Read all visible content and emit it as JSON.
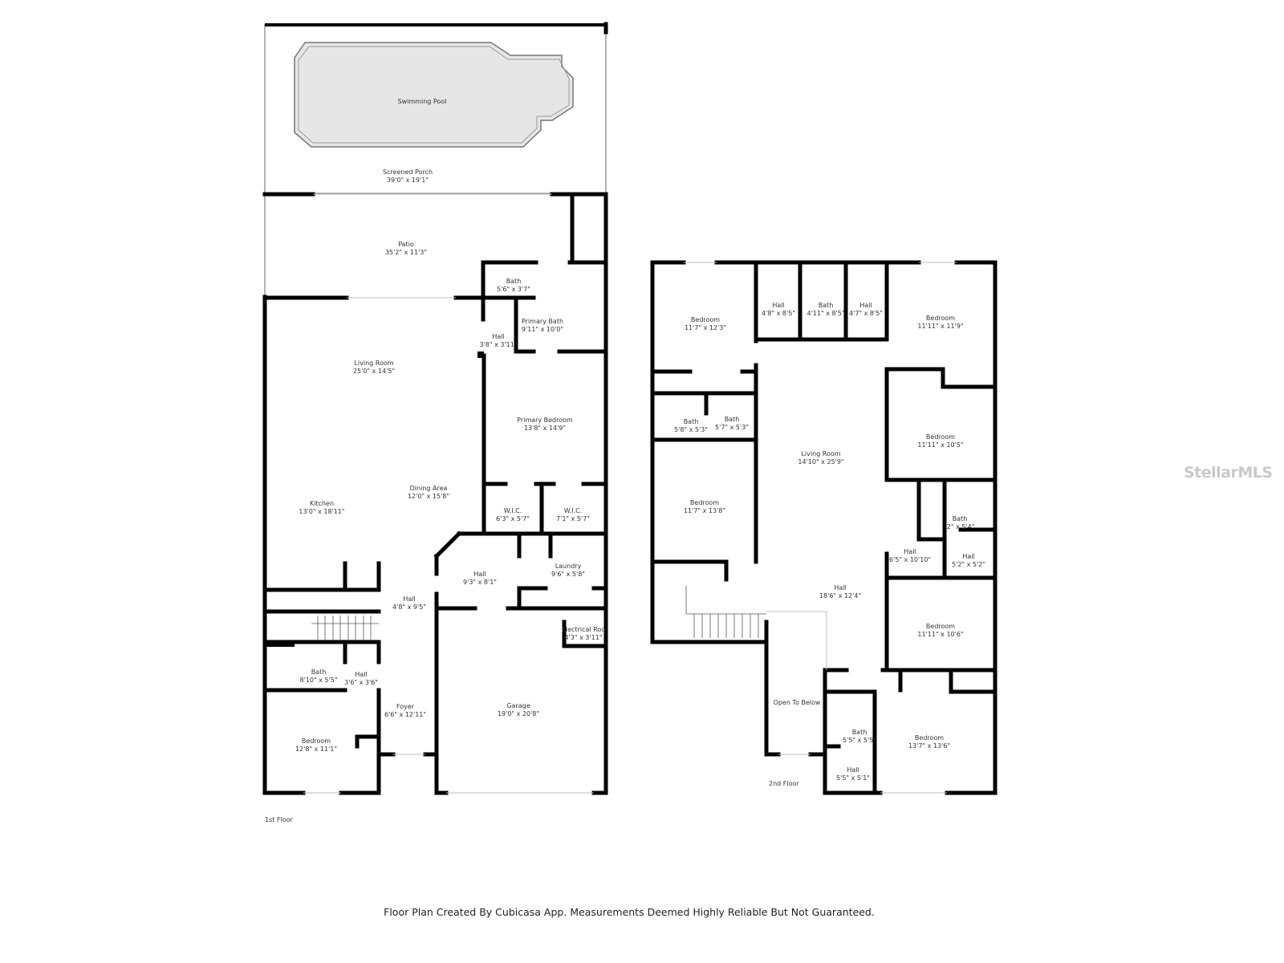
{
  "floor1": {
    "label": "1st Floor",
    "rooms": [
      {
        "name": "Swimming Pool",
        "dims": ""
      },
      {
        "name": "Screened Porch",
        "dims": "39'0\" x 19'1\""
      },
      {
        "name": "Patio",
        "dims": "35'2\" x 11'3\""
      },
      {
        "name": "Bath",
        "dims": "5'6\" x 3'7\""
      },
      {
        "name": "Primary Bath",
        "dims": "9'11\" x 10'0\""
      },
      {
        "name": "Hall",
        "dims": "3'8\" x 3'11\""
      },
      {
        "name": "Living Room",
        "dims": "25'0\" x 14'5\""
      },
      {
        "name": "Primary Bedroom",
        "dims": "13'8\" x 14'9\""
      },
      {
        "name": "Dining Area",
        "dims": "12'0\" x 15'8\""
      },
      {
        "name": "Kitchen",
        "dims": "13'0\" x 18'11\""
      },
      {
        "name": "W.I.C.",
        "dims": "6'3\" x 5'7\""
      },
      {
        "name": "W.I.C.",
        "dims": "7'1\" x 5'7\""
      },
      {
        "name": "Hall",
        "dims": "9'3\" x 8'1\""
      },
      {
        "name": "Laundry",
        "dims": "9'6\" x 5'8\""
      },
      {
        "name": "Hall",
        "dims": "4'8\" x 9'5\""
      },
      {
        "name": "Electrical Roo",
        "dims": "4'3\" x 3'11\""
      },
      {
        "name": "Bath",
        "dims": "8'10\" x 5'5\""
      },
      {
        "name": "Hall",
        "dims": "3'6\" x 3'6\""
      },
      {
        "name": "Foyer",
        "dims": "6'6\" x 12'11\""
      },
      {
        "name": "Garage",
        "dims": "19'0\" x 20'8\""
      },
      {
        "name": "Bedroom",
        "dims": "12'8\" x 11'1\""
      }
    ]
  },
  "floor2": {
    "label": "2nd Floor",
    "rooms": [
      {
        "name": "Bedroom",
        "dims": "11'7\" x 12'3\""
      },
      {
        "name": "Hall",
        "dims": "4'8\" x 8'5\""
      },
      {
        "name": "Bath",
        "dims": "4'11\" x 8'5\""
      },
      {
        "name": "Hall",
        "dims": "4'7\" x 8'5\""
      },
      {
        "name": "Bedroom",
        "dims": "11'11\" x 11'9\""
      },
      {
        "name": "Bath",
        "dims": "5'8\" x 5'3\""
      },
      {
        "name": "Bath",
        "dims": "5'7\" x 5'3\""
      },
      {
        "name": "Living Room",
        "dims": "14'10\" x 25'9\""
      },
      {
        "name": "Bedroom",
        "dims": "11'11\" x 10'5\""
      },
      {
        "name": "Bedroom",
        "dims": "11'7\" x 13'8\""
      },
      {
        "name": "Bath",
        "dims": "'2\" x 5'4\""
      },
      {
        "name": "Hall",
        "dims": "6'5\" x 10'10\""
      },
      {
        "name": "Hall",
        "dims": "5'2\" x 5'2\""
      },
      {
        "name": "Hall",
        "dims": "18'6\" x 12'4\""
      },
      {
        "name": "Bedroom",
        "dims": "11'11\" x 10'6\""
      },
      {
        "name": "Open To Below",
        "dims": ""
      },
      {
        "name": "Bath",
        "dims": "5'5\" x 5'5\""
      },
      {
        "name": "Bedroom",
        "dims": "13'7\" x 13'6\""
      },
      {
        "name": "Hall",
        "dims": "5'5\" x 5'1\""
      }
    ]
  },
  "footer": "Floor Plan Created By Cubicasa App. Measurements Deemed Highly Reliable But Not Guaranteed.",
  "watermark": "StellarMLS",
  "colors": {
    "wall": "#000000",
    "pool": "#e6e6e6",
    "text": "#333333"
  }
}
